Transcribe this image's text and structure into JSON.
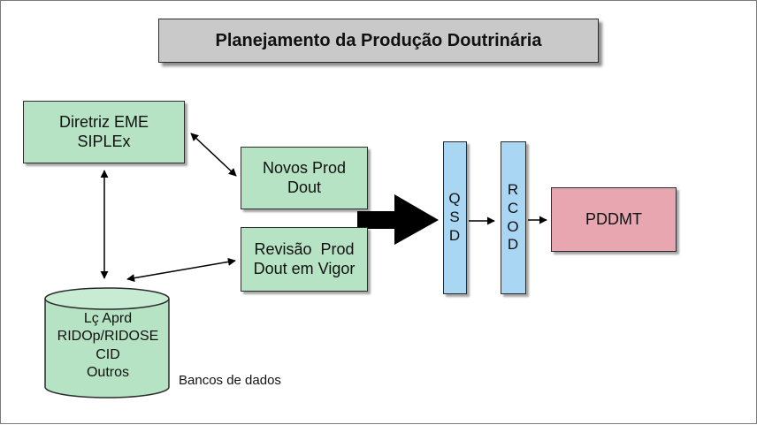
{
  "title": "Planejamento da Produção Doutrinária",
  "nodes": {
    "diretriz": [
      "Diretriz EME",
      "SIPLEx"
    ],
    "novos": [
      "Novos Prod",
      "Dout"
    ],
    "revisao": [
      "Revisão  Prod",
      "Dout em Vigor"
    ],
    "qsd": [
      "Q",
      "S",
      "D"
    ],
    "rcod": [
      "R",
      "C",
      "O",
      "D"
    ],
    "pddmt": "PDDMT",
    "database": [
      "Lç Aprd",
      "RIDOp/RIDOSE",
      "CID",
      "Outros"
    ]
  },
  "database_caption": "Bancos de dados",
  "colors": {
    "title_fill": "#c9c9c9",
    "green_fill": "#b5e3c4",
    "blue_fill": "#a9d6f2",
    "pink_fill": "#e8a6b0",
    "big_arrow": "#000000"
  }
}
